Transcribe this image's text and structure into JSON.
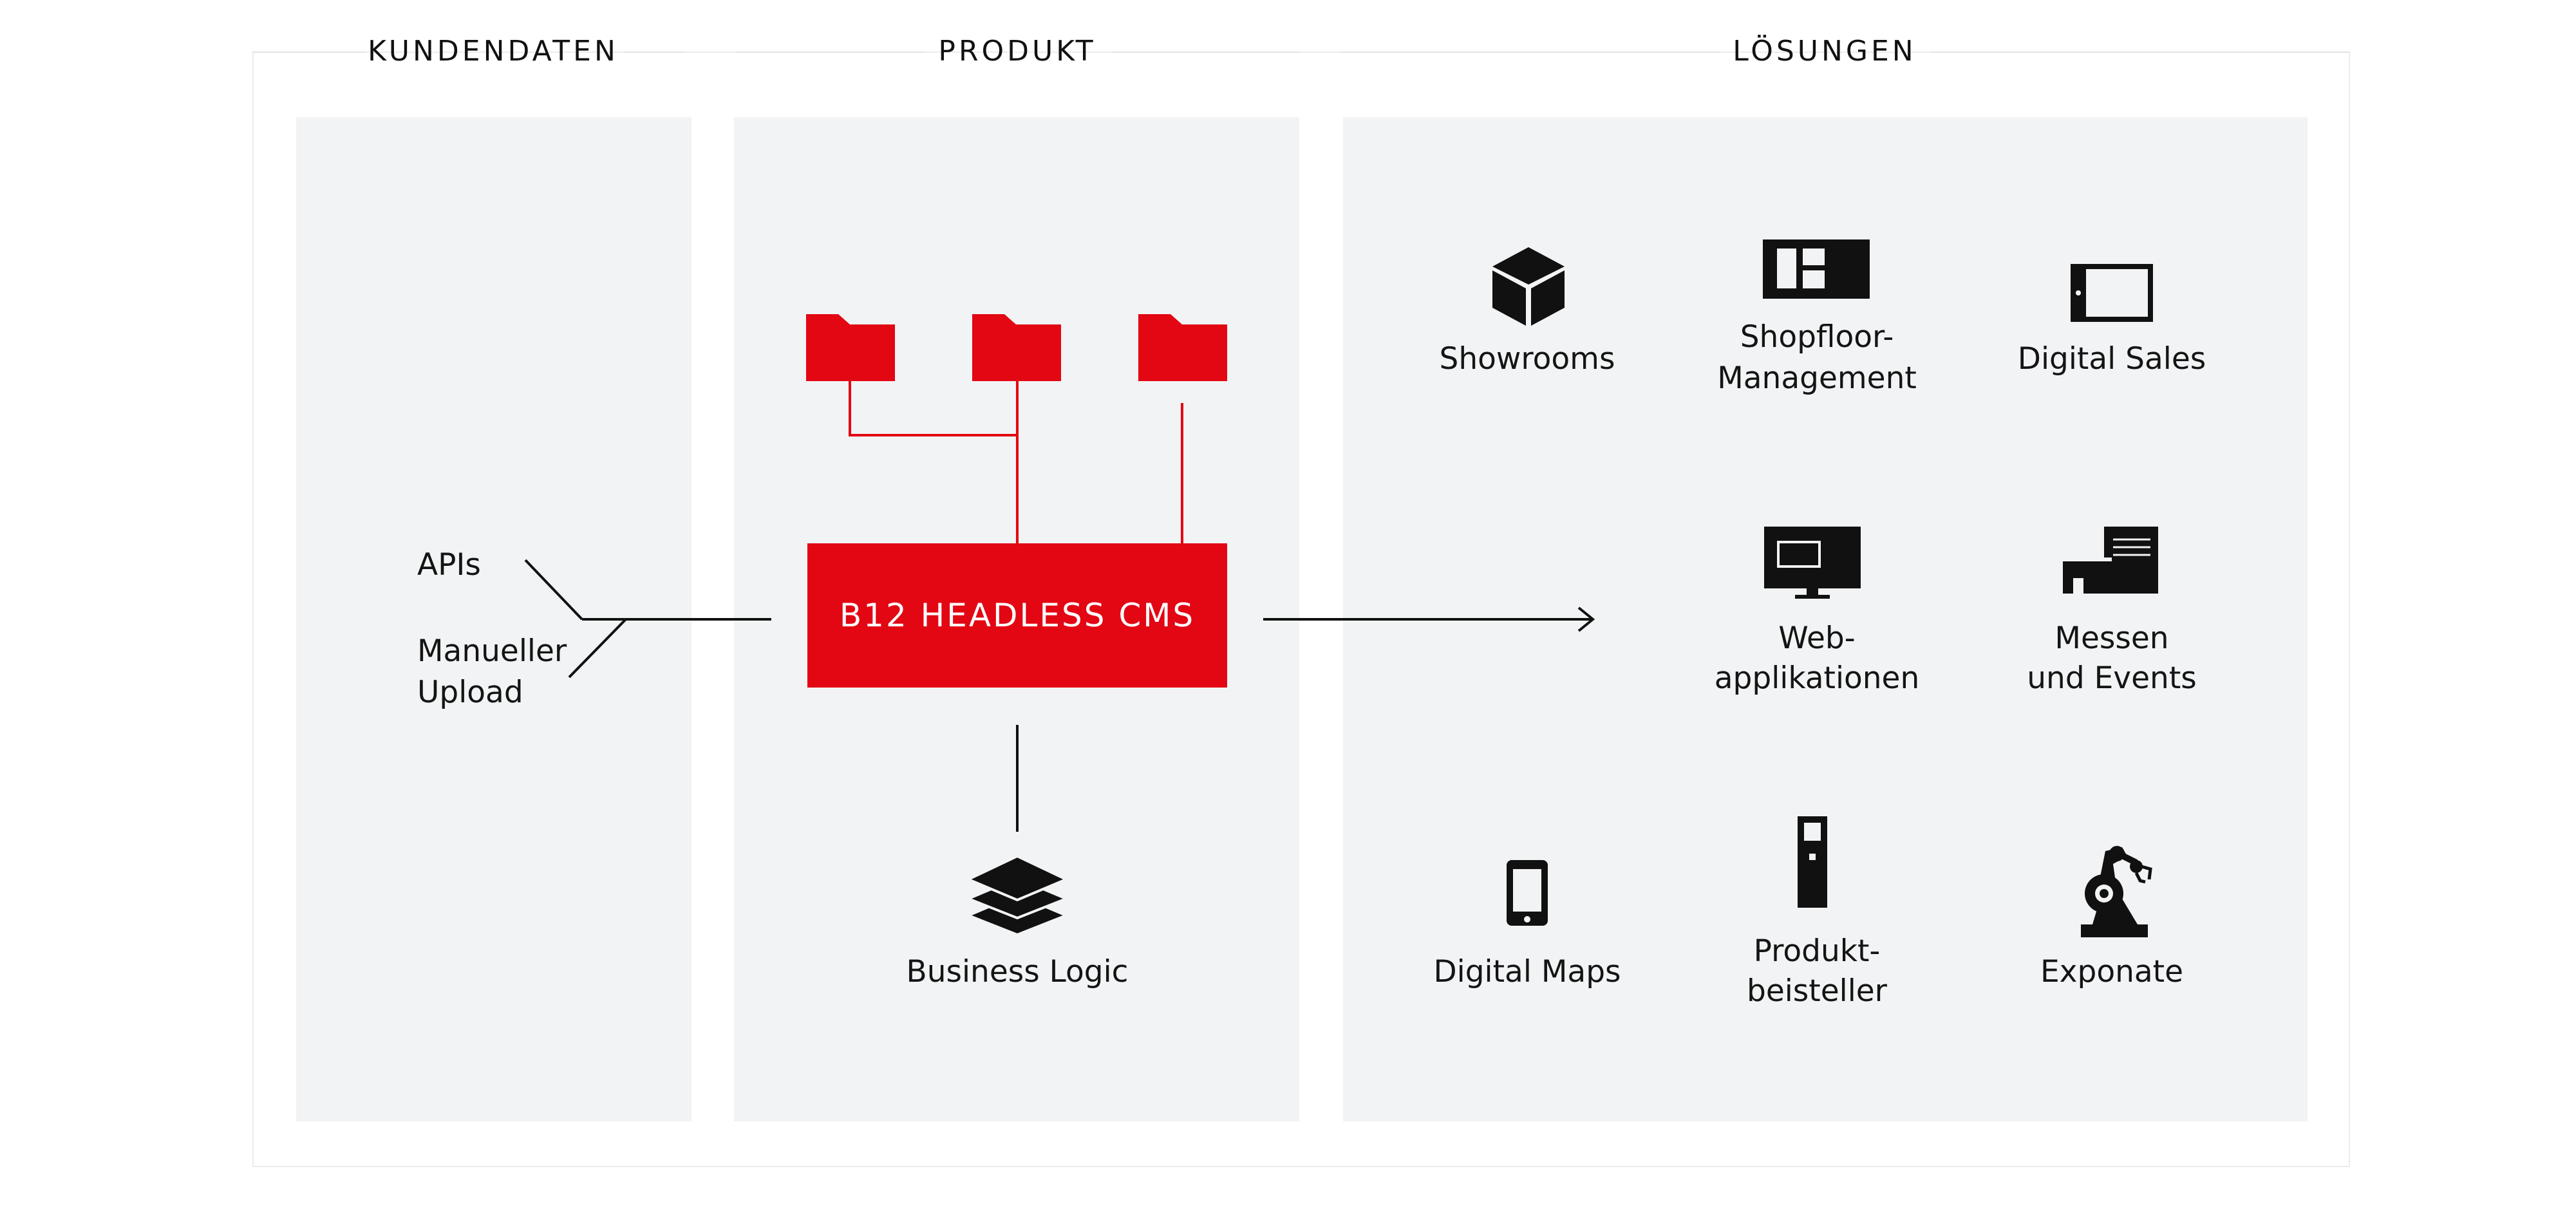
{
  "columns": {
    "kundendaten": "KUNDENDATEN",
    "produkt": "PRODUKT",
    "loesungen": "LÖSUNGEN"
  },
  "inputs": {
    "apis": "APIs",
    "manual_upload": [
      "Manueller",
      "Upload"
    ]
  },
  "cms": {
    "label": "B12 HEADLESS CMS"
  },
  "business_logic": {
    "label": "Business Logic"
  },
  "solutions": [
    {
      "icon": "cube-icon",
      "lines": [
        "Showrooms"
      ]
    },
    {
      "icon": "dashboard-screen-icon",
      "lines": [
        "Shopfloor-",
        "Management"
      ]
    },
    {
      "icon": "tablet-landscape-icon",
      "lines": [
        "Digital Sales"
      ]
    },
    {
      "icon": "monitor-icon",
      "lines": [
        "Web-",
        "applikationen"
      ]
    },
    {
      "icon": "exhibition-booth-icon",
      "lines": [
        "Messen",
        "und Events"
      ]
    },
    {
      "icon": "smartphone-icon",
      "lines": [
        "Digital Maps"
      ]
    },
    {
      "icon": "kiosk-terminal-icon",
      "lines": [
        "Produkt-",
        "beisteller"
      ]
    },
    {
      "icon": "robot-arm-icon",
      "lines": [
        "Exponate"
      ]
    }
  ],
  "colors": {
    "accent": "#e30613",
    "panel": "#f2f3f4",
    "text": "#111111"
  }
}
